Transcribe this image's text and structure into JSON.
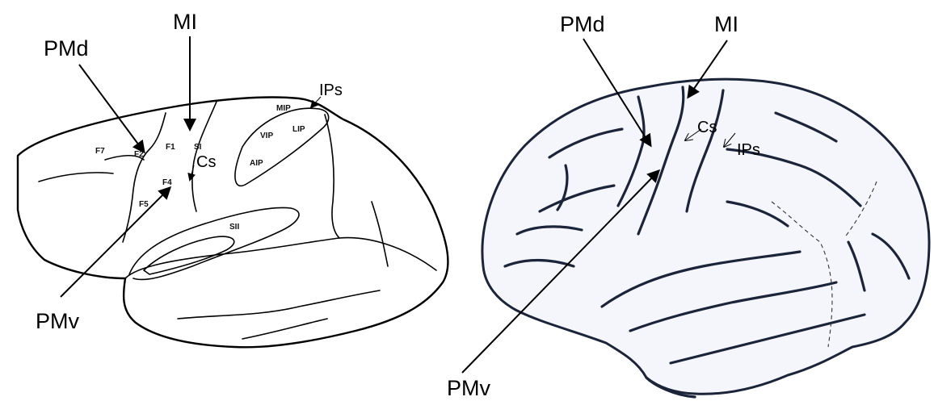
{
  "left_panel": {
    "labels": {
      "mi": "MI",
      "pmd": "PMd",
      "pmv": "PMv",
      "ips": "IPs",
      "cs": "Cs",
      "f7": "F7",
      "f2": "F2",
      "f1": "F1",
      "s1": "SI",
      "f4": "F4",
      "f5": "F5",
      "mip": "MIP",
      "lip": "LIP",
      "vip": "VIP",
      "aip": "AIP",
      "s2": "SII"
    }
  },
  "right_panel": {
    "labels": {
      "pmd": "PMd",
      "mi": "MI",
      "cs": "Cs",
      "ips": "IPs",
      "pmv": "PMv"
    }
  },
  "colors": {
    "ink": "#000000",
    "human_brain_outline": "#1b2438",
    "human_brain_fill": "#f4f6fb"
  }
}
